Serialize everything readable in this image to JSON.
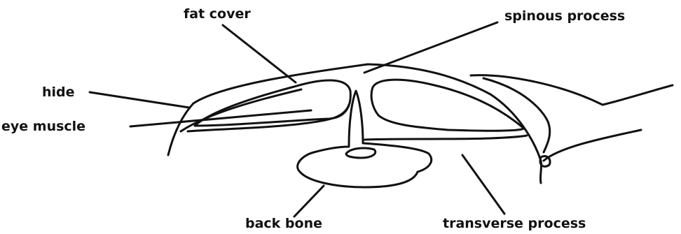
{
  "labels": {
    "fat_cover": "fat cover",
    "spinous_process": "spinous process",
    "hide": "hide",
    "eye_muscle": "eye muscle",
    "back_bone": "back bone",
    "transverse_process": "transverse process"
  },
  "colors": {
    "ink": "#111111",
    "background": "#ffffff"
  }
}
